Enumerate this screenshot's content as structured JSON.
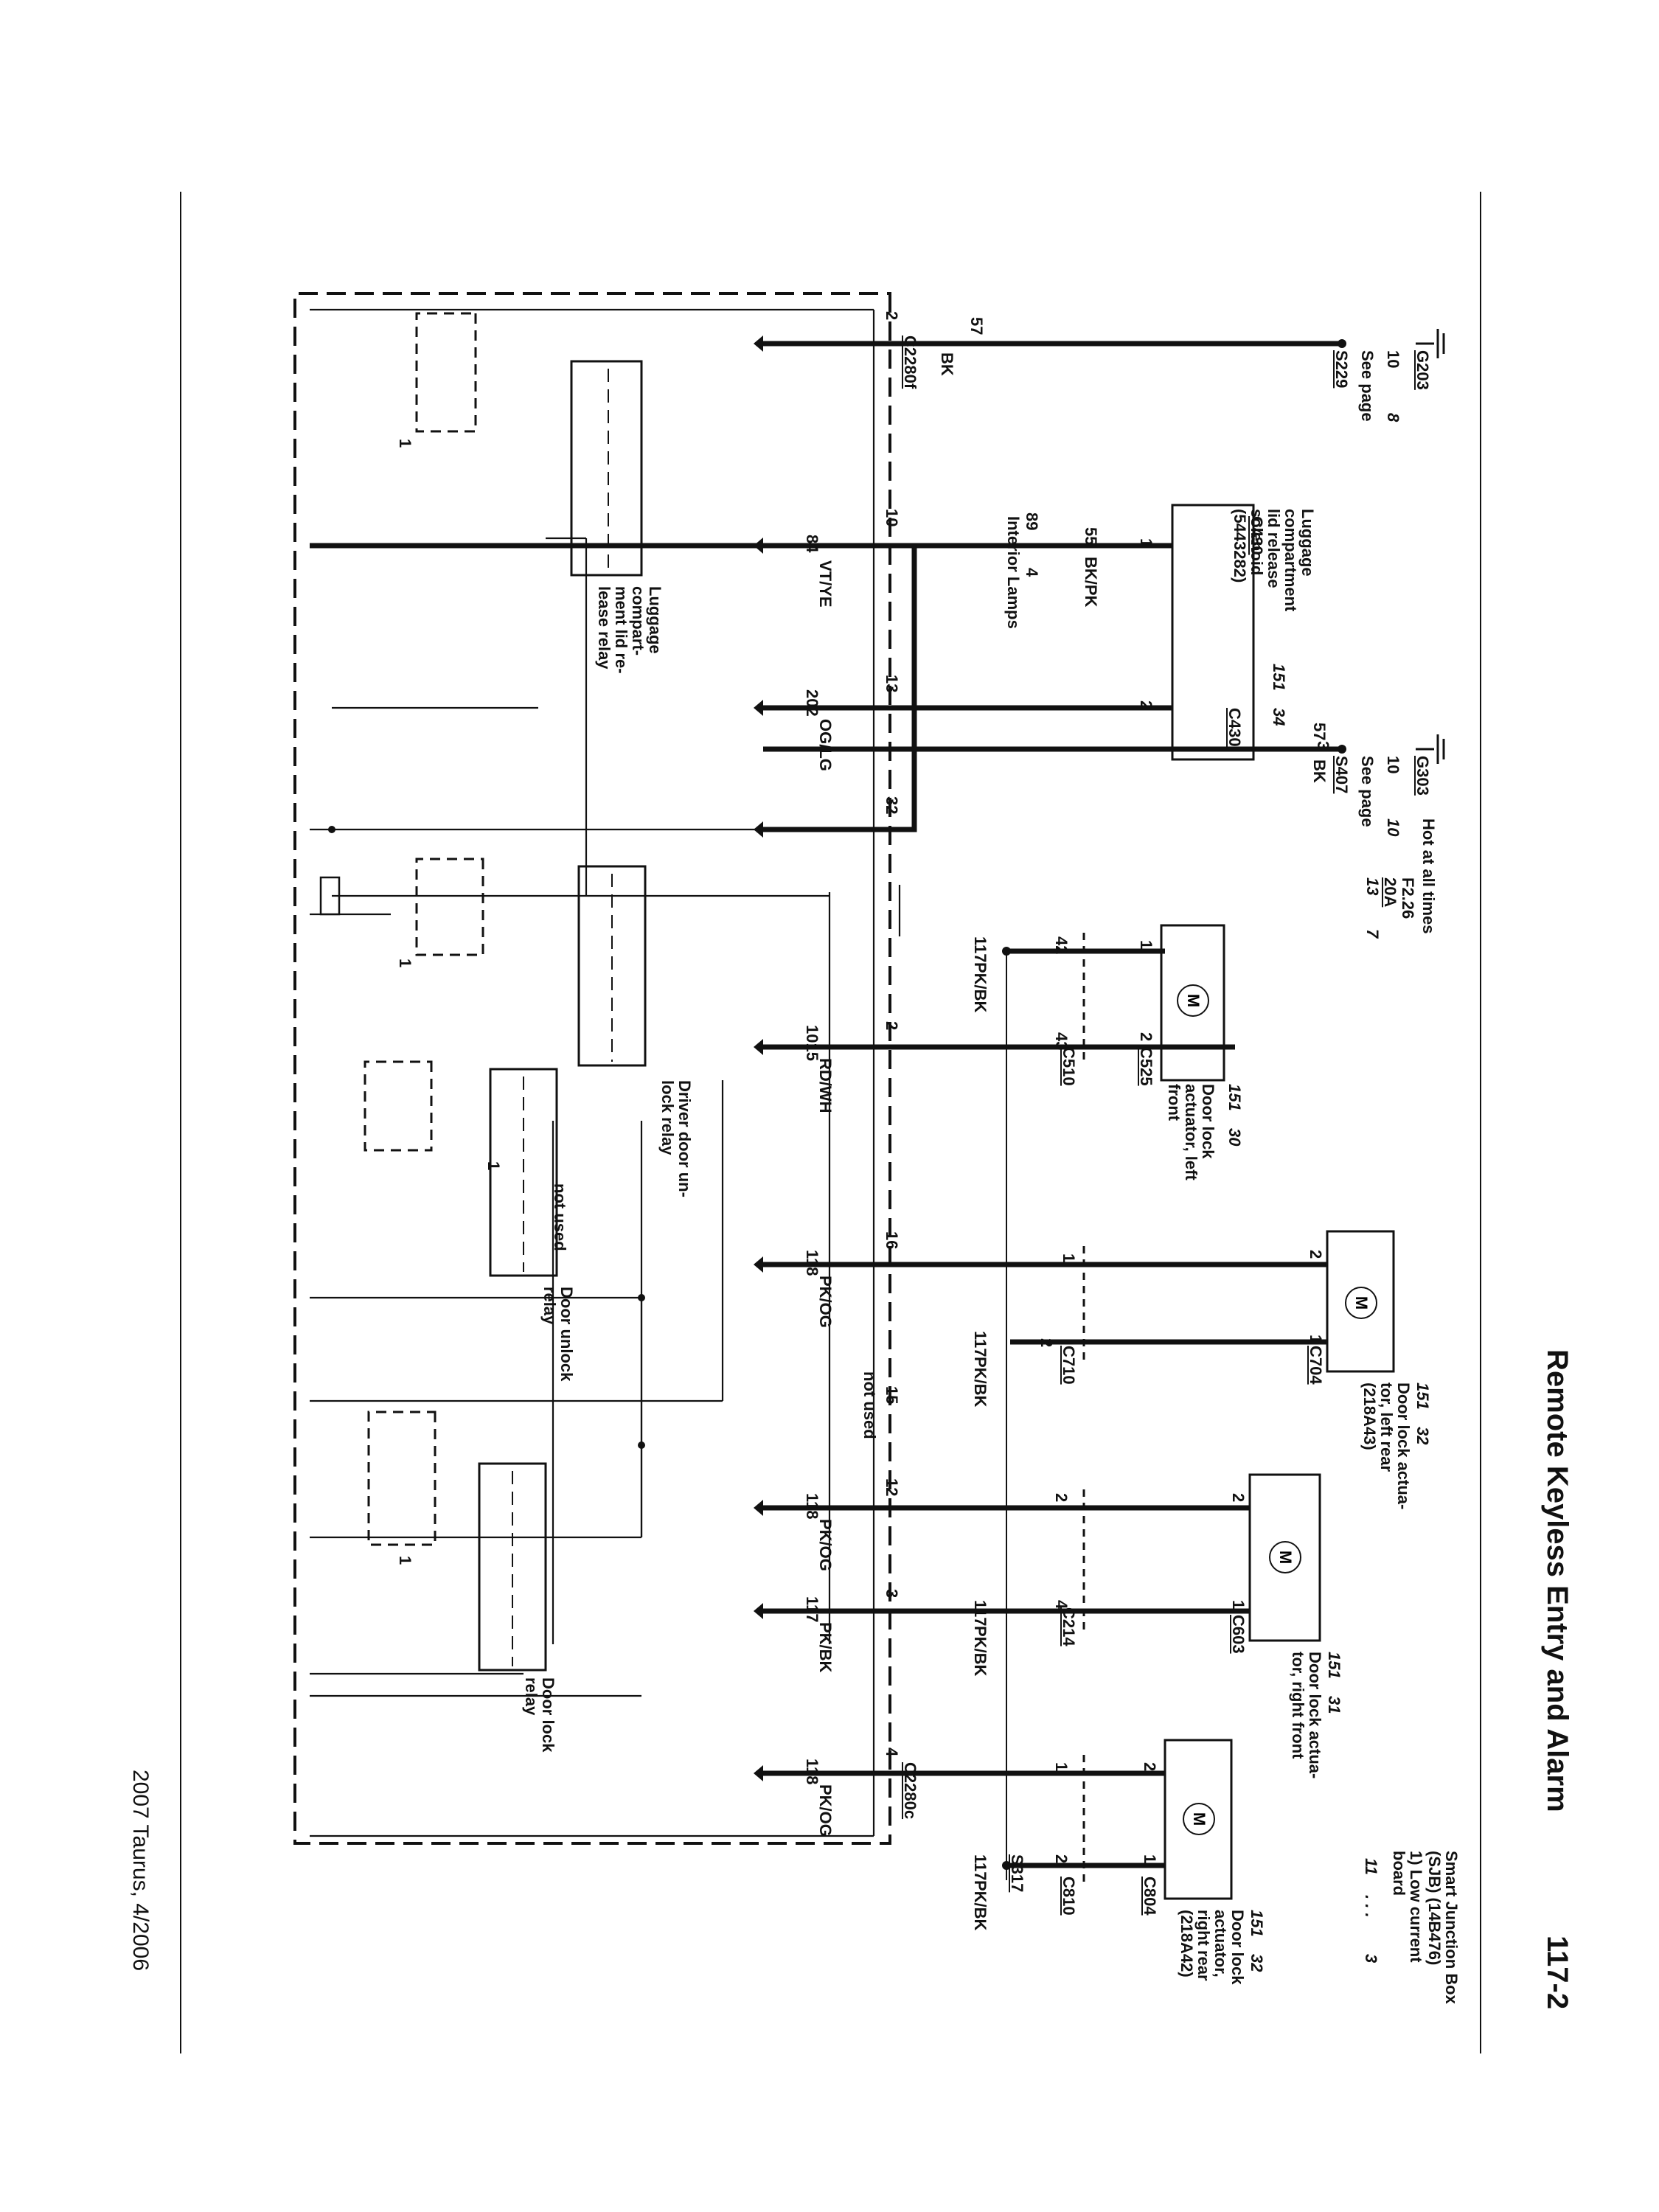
{
  "header": {
    "title": "Remote Keyless Entry and Alarm",
    "page_number": "117-2"
  },
  "footer": "2007 Taurus, 4/2006",
  "sjb": {
    "title": "Smart Junction Box (SJB) (14B476)",
    "board": "1)    Low current\n       board",
    "ref_a": "11",
    "ref_dots": ". . .",
    "ref_b": "3"
  },
  "fuse": {
    "caption": "Hot at all times",
    "name": "F2.26",
    "rating": "20A",
    "ref_a": "13",
    "ref_b": "7"
  },
  "connectors": {
    "sjb_f": "C2280f",
    "sjb_c": "C2280c"
  },
  "pins": {
    "p2": "2",
    "p10": "10",
    "p13": "13",
    "p32": "32",
    "p2b": "2",
    "p16": "16",
    "p15": "15",
    "p12": "12",
    "p3": "3",
    "p4": "4"
  },
  "not_used": "not used",
  "relay_labels": {
    "luggage": "Luggage\ncompart-\nment lid re-\nlease relay",
    "driver": "Driver door un-\nlock relay",
    "door_unlock": "Door unlock\nrelay",
    "door_lock": "Door lock\nrelay"
  },
  "relay_note": "1",
  "circuits": {
    "g1": "57",
    "g1_color": "BK",
    "w84": "84",
    "w84_color": "VT/YE",
    "w202": "202",
    "w202_color": "OG/LG",
    "w1015": "1015",
    "w1015_color": "RD/WH",
    "w118a": "118",
    "w118a_color": "PK/OG",
    "w118b": "118",
    "w118b_color": "PK/OG",
    "w117a": "117",
    "w117a_color": "PK/BK",
    "w118c": "118",
    "w118c_color": "PK/OG",
    "w55": "55",
    "w55_color": "BK/PK",
    "g2": "57",
    "g2_color": "BK",
    "s117_1": "117",
    "s117_1_color": "PK/BK",
    "s117_2": "117",
    "s117_2_color": "PK/BK",
    "s117_3": "117",
    "s117_3_color": "PK/BK",
    "s117_4": "117",
    "s117_4_color": "PK/BK"
  },
  "interior": {
    "a": "89",
    "b": "4",
    "label": "Interior Lamps"
  },
  "splices": {
    "s229": "S229",
    "s229_see": "See page",
    "s229_p1": "10",
    "s229_p2": "8",
    "g203": "G203",
    "s407": "S407",
    "s407_see": "See page",
    "s407_p1": "10",
    "s407_p2": "10",
    "g303": "G303",
    "s317": "S317"
  },
  "components": {
    "solenoid": {
      "connector": "C430",
      "connector2": "C430",
      "label": "Luggage\ncompartment\nlid release\nsolenoid\n(5443282)",
      "ref_a": "151",
      "ref_b": "34",
      "pin_a": "1",
      "pin_b": "2",
      "pin_c": "3"
    },
    "lf": {
      "c1": "C510",
      "c2": "C525",
      "pin_a": "42",
      "pin_b": "43",
      "pin_c": "1",
      "pin_d": "2",
      "label": "Door lock\nactuator, left\nfront",
      "ref_a": "151",
      "ref_b": "30"
    },
    "lr": {
      "c1": "C710",
      "c2": "C704",
      "pin_a": "1",
      "pin_b": "2",
      "pin_c": "2",
      "pin_d": "1",
      "label": "Door lock actua-\ntor, left rear\n(218A43)",
      "ref_a": "151",
      "ref_b": "32"
    },
    "rf": {
      "c1": "C214",
      "c2": "C603",
      "pin_a": "2",
      "pin_b": "4",
      "pin_c": "2",
      "pin_d": "1",
      "label": "Door lock actua-\ntor, right front",
      "ref_a": "151",
      "ref_b": "31"
    },
    "rr": {
      "c1": "C810",
      "c2": "C804",
      "pin_a": "1",
      "pin_b": "2",
      "pin_c": "2",
      "pin_d": "1",
      "label": "Door lock\nactuator,\nright rear\n(218A42)",
      "ref_a": "151",
      "ref_b": "32"
    }
  },
  "motor_symbol": "M"
}
